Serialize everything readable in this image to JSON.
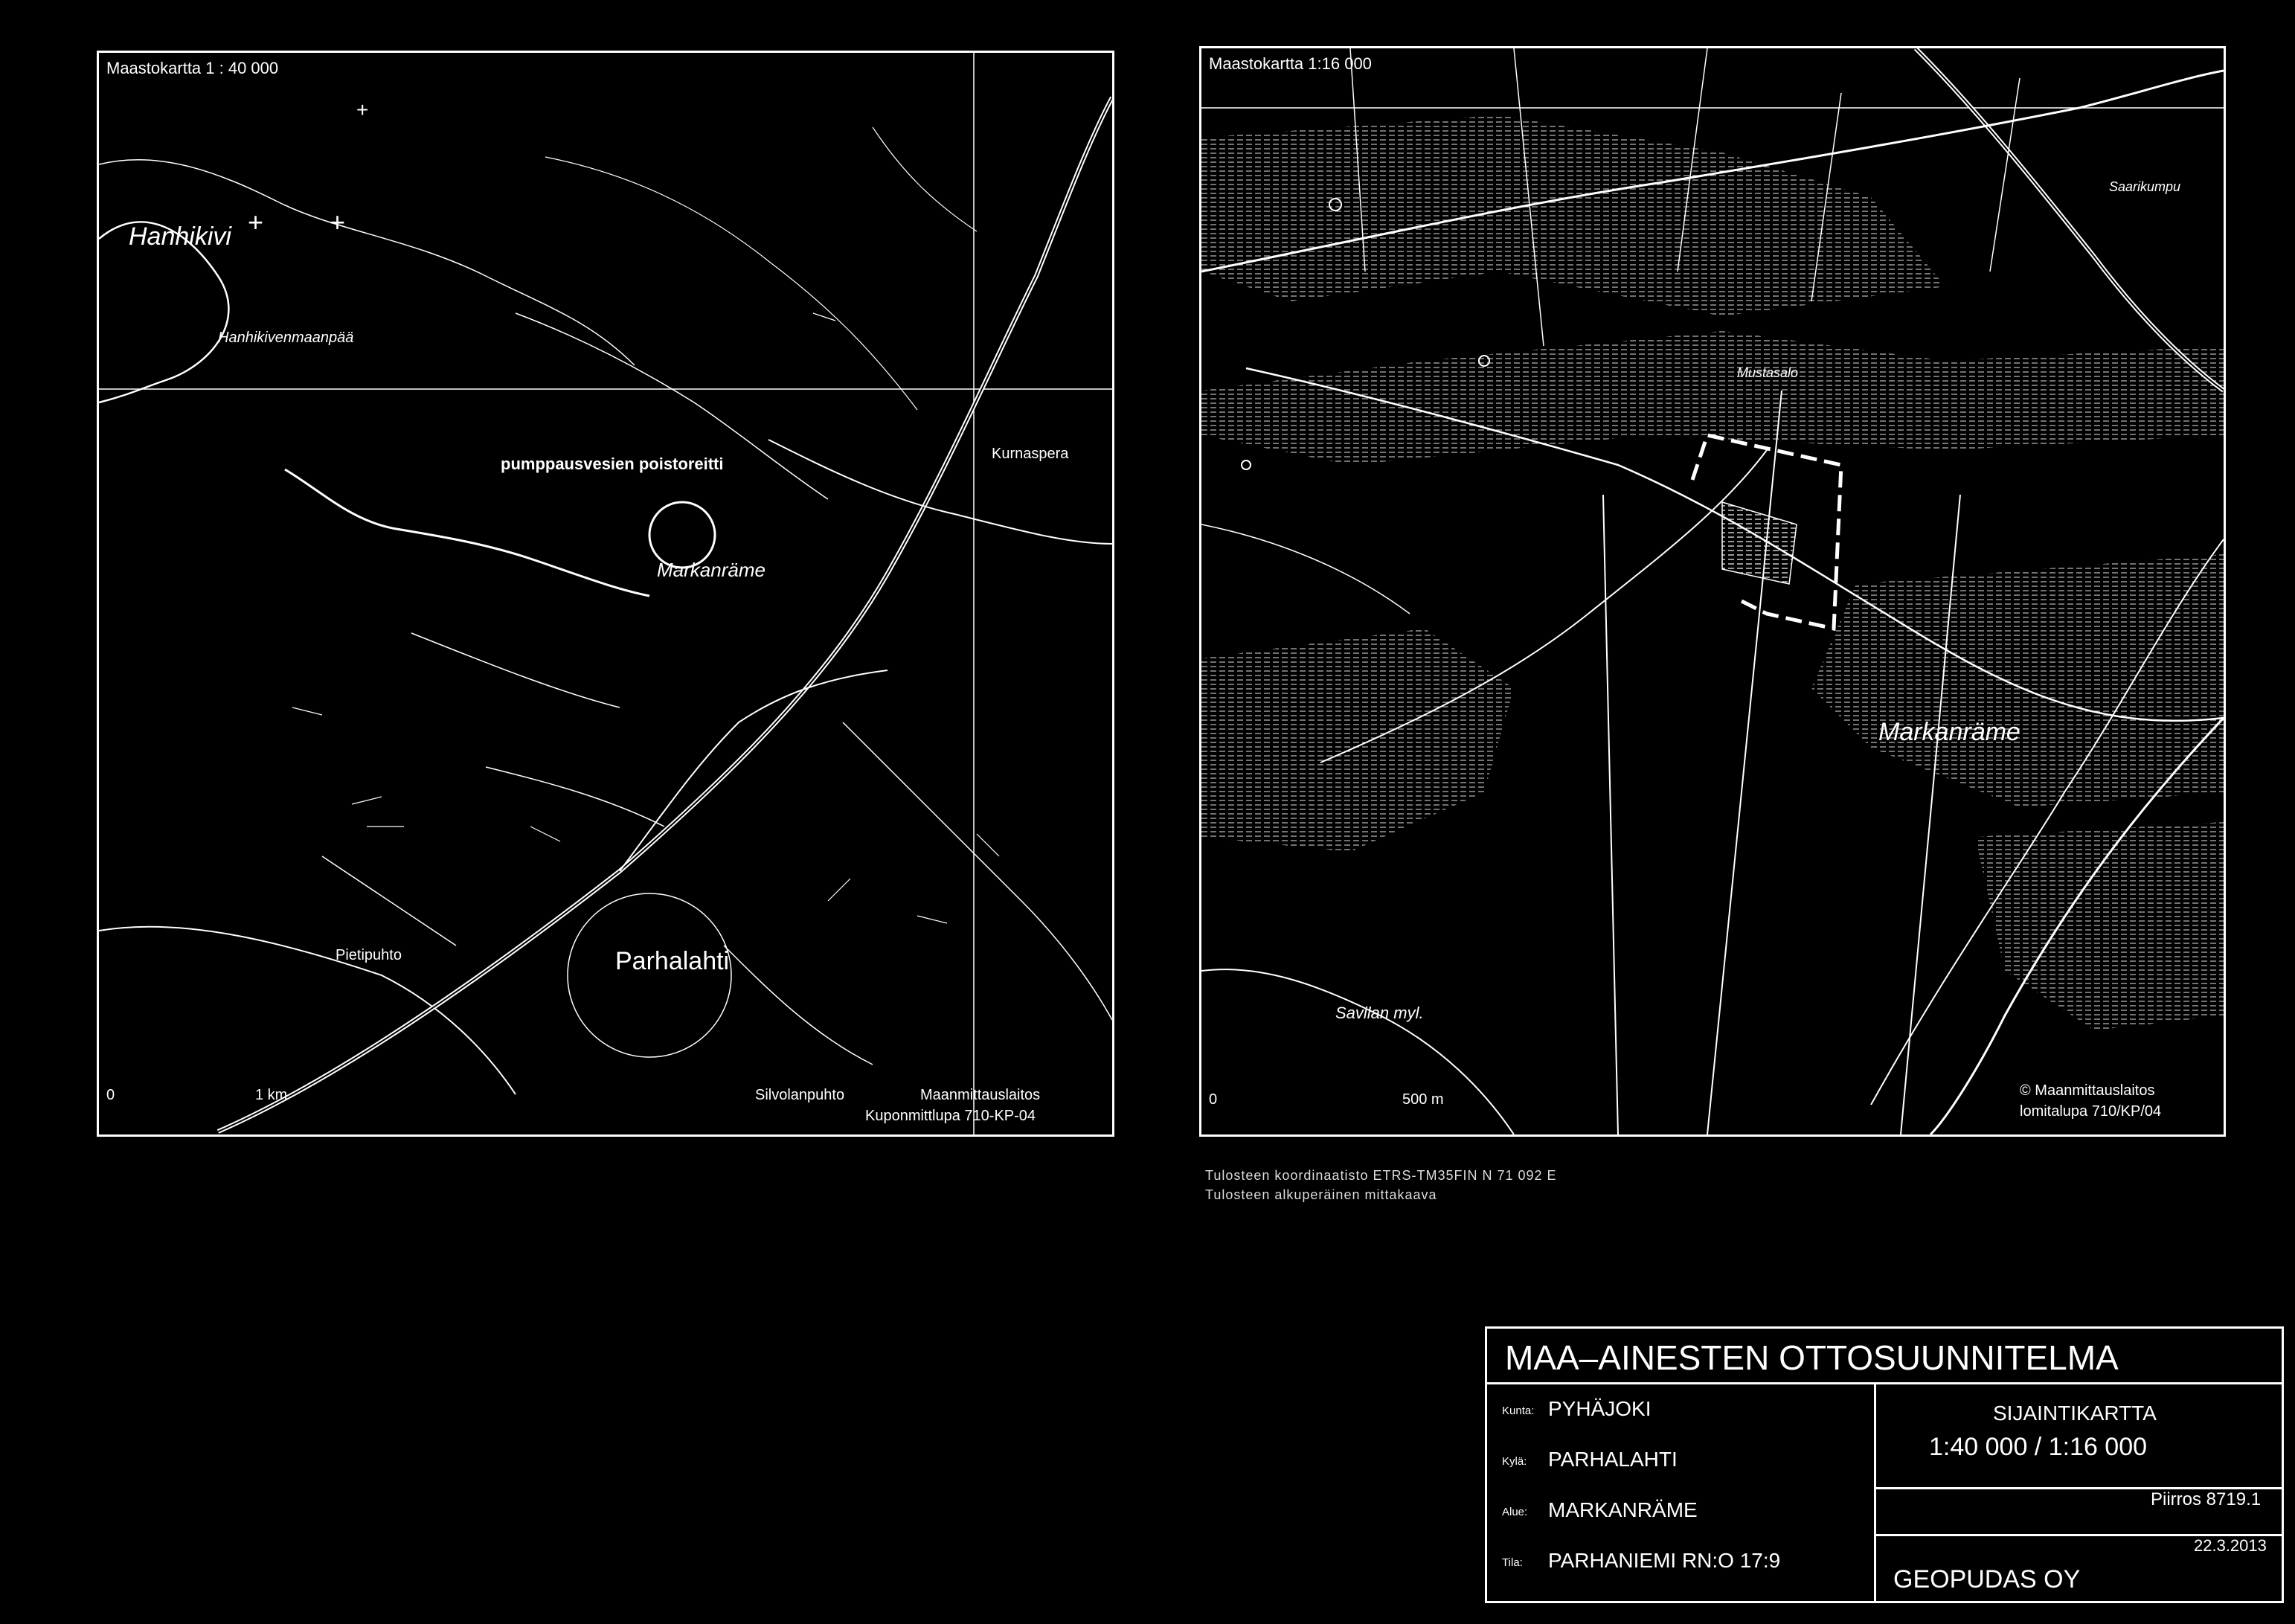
{
  "left_map": {
    "scale_title": "Maastokartta 1 : 40 000",
    "places": {
      "hanhikivi": "Hanhikivi",
      "hanhikivenmaanpaa": "Hanhikivenmaanpää",
      "pumppausvesien": "pumppausvesien poistoreitti",
      "markanrame": "Markanräme",
      "kurnaspera": "Kurnaspera",
      "parhalahti": "Parhalahti",
      "pietipuhto": "Pietipuhto",
      "silvolanpuhto": "Silvolanpuhto"
    },
    "scalebar": {
      "zero": "0",
      "one_km": "1 km"
    },
    "copyright_line1": "Maanmittauslaitos",
    "copyright_line2": "Kuponmittlupa 710-KP-04"
  },
  "right_map": {
    "scale_title": "Maastokartta 1:16 000",
    "places": {
      "saarikumpu": "Saarikumpu",
      "mustasalo": "Mustasalo",
      "markanrame": "Markanräme",
      "savilanmyl": "Savilan myl."
    },
    "scalebar": {
      "zero": "0",
      "five_hundred": "500 m"
    },
    "copyright_line1": "© Maanmittauslaitos",
    "copyright_line2": "lomitalupa 710/KP/04"
  },
  "footnotes": {
    "line1": "Tulosteen koordinaatisto ETRS-TM35FIN  N 71 092  E",
    "line2": "Tulosteen alkuperäinen mittakaava"
  },
  "title_block": {
    "title": "MAA–AINESTEN  OTTOSUUNNITELMA",
    "kunta_label": "Kunta:",
    "kunta_value": "PYHÄJOKI",
    "kyla_label": "Kylä:",
    "kyla_value": "PARHALAHTI",
    "alue_label": "Alue:",
    "alue_value": "MARKANRÄME",
    "tila_label": "Tila:",
    "tila_value": "PARHANIEMI RN:O 17:9",
    "map_type": "SIJAINTIKARTTA",
    "map_scales": "1:40  000  /  1:16  000",
    "drawing_no": "Piirros 8719.1",
    "date": "22.3.2013",
    "company": "GEOPUDAS  OY"
  }
}
